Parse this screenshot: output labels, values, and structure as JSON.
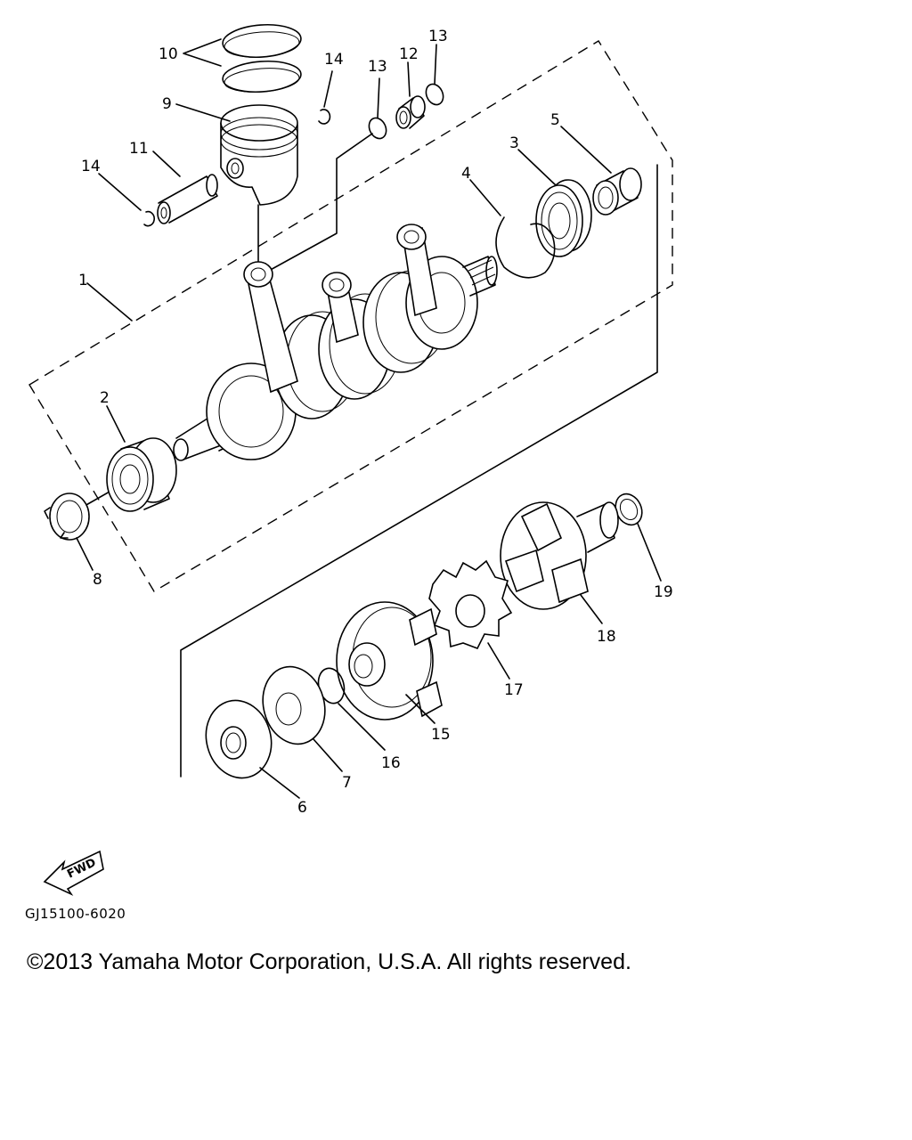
{
  "diagram": {
    "part_labels": {
      "p1": "1",
      "p2": "2",
      "p3": "3",
      "p4": "4",
      "p5": "5",
      "p6": "6",
      "p7": "7",
      "p8": "8",
      "p9": "9",
      "p10": "10",
      "p11": "11",
      "p12": "12",
      "p13": "13",
      "p14": "14",
      "p15": "15",
      "p16": "16",
      "p17": "17",
      "p18": "18",
      "p19": "19"
    },
    "fwd_label": "FWD",
    "fwd_arrow_icon": "fwd-arrow-icon"
  },
  "drawing_code": "GJ15100-6020",
  "copyright": "©2013 Yamaha Motor Corporation, U.S.A. All rights reserved."
}
